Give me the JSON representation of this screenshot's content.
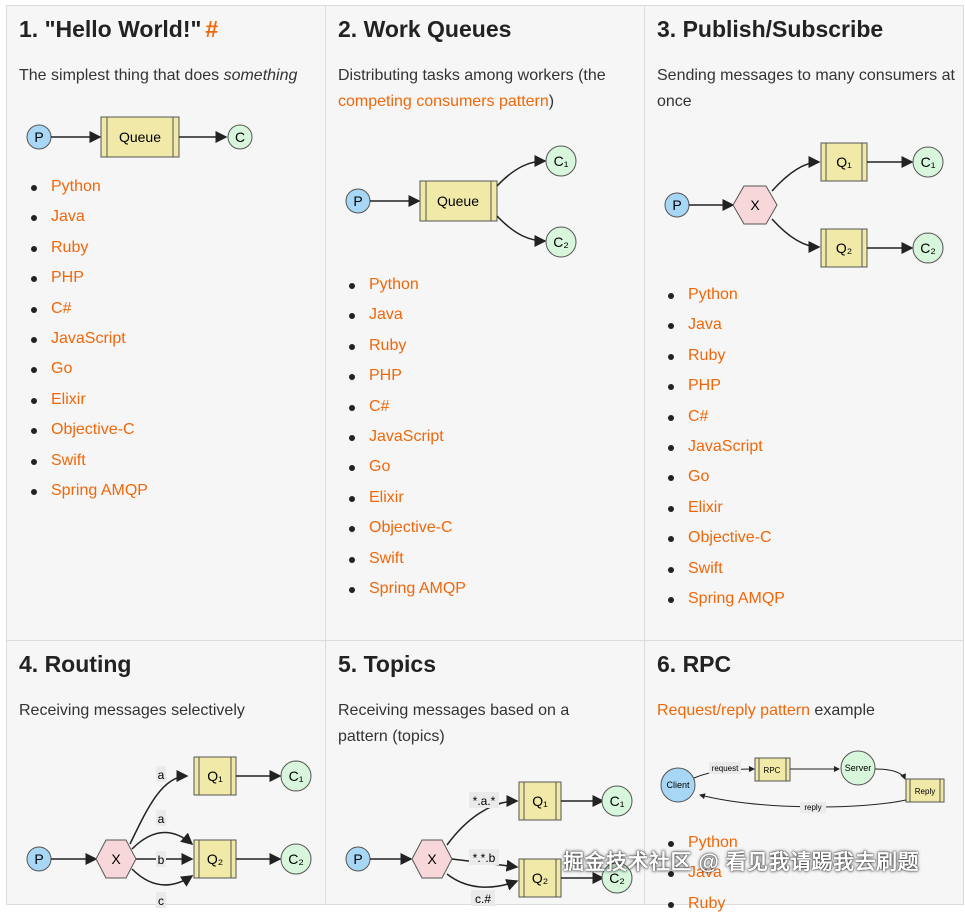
{
  "tutorials": [
    {
      "title": "1. \"Hello World!\"",
      "anchor": "#",
      "desc": {
        "before": "The simplest thing that does ",
        "em": "something"
      },
      "diagram": {
        "p": "P",
        "queue": "Queue",
        "c": "C"
      },
      "languages": [
        "Python",
        "Java",
        "Ruby",
        "PHP",
        "C#",
        "JavaScript",
        "Go",
        "Elixir",
        "Objective-C",
        "Swift",
        "Spring AMQP"
      ]
    },
    {
      "title": "2. Work Queues",
      "desc": {
        "before": "Distributing tasks among workers (the",
        "link": "competing consumers pattern",
        "after": ")"
      },
      "diagram": {
        "p": "P",
        "queue": "Queue",
        "c1": "C₁",
        "c2": "C₂"
      },
      "languages": [
        "Python",
        "Java",
        "Ruby",
        "PHP",
        "C#",
        "JavaScript",
        "Go",
        "Elixir",
        "Objective-C",
        "Swift",
        "Spring AMQP"
      ]
    },
    {
      "title": "3. Publish/Subscribe",
      "desc": {
        "text": "Sending messages to many consumers at once"
      },
      "diagram": {
        "p": "P",
        "x": "X",
        "q1": "Q₁",
        "q2": "Q₂",
        "c1": "C₁",
        "c2": "C₂"
      },
      "languages": [
        "Python",
        "Java",
        "Ruby",
        "PHP",
        "C#",
        "JavaScript",
        "Go",
        "Elixir",
        "Objective-C",
        "Swift",
        "Spring AMQP"
      ]
    },
    {
      "title": "4. Routing",
      "desc": {
        "text": "Receiving messages selectively"
      },
      "diagram": {
        "p": "P",
        "x": "X",
        "q1": "Q₁",
        "q2": "Q₂",
        "c1": "C₁",
        "c2": "C₂",
        "key_a1": "a",
        "key_a2": "a",
        "key_b": "b",
        "key_c": "c"
      }
    },
    {
      "title": "5. Topics",
      "desc": {
        "line1": "Receiving messages based on a",
        "line2": "pattern (topics)"
      },
      "diagram": {
        "p": "P",
        "x": "X",
        "q1": "Q₁",
        "q2": "Q₂",
        "c1": "C₁",
        "c2": "C₂",
        "key1": "*.a.*",
        "key2": "*.*.b",
        "key3": "c.#"
      }
    },
    {
      "title": "6. RPC",
      "desc": {
        "link": "Request/reply pattern",
        "after": " example"
      },
      "diagram": {
        "client": "Client",
        "rpc": "RPC",
        "server": "Server",
        "reply": "Reply",
        "request_label": "request",
        "reply_label": "reply"
      },
      "languages": [
        "Python",
        "Java",
        "Ruby"
      ]
    }
  ],
  "watermark": "掘金技术社区 @ 看见我请踢我去刷题",
  "colors": {
    "accent": "#f0670a",
    "producer": "#a7d7f5",
    "consumer": "#d7f6dc",
    "queue": "#f0e9a8",
    "exchange": "#f8d7db"
  }
}
